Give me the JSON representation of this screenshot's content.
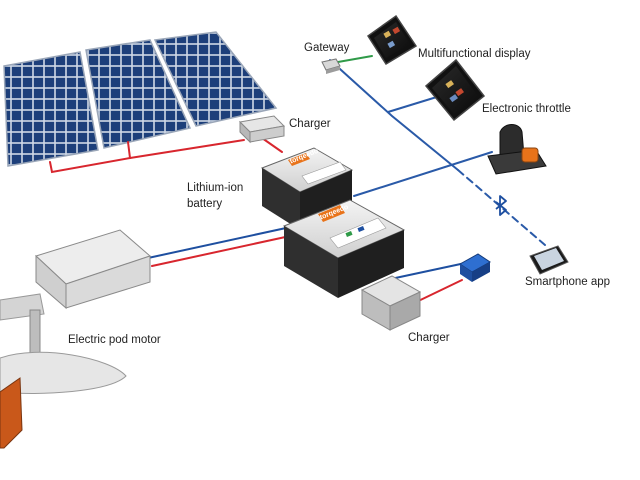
{
  "labels": {
    "gateway": "Gateway",
    "multifunctional_display": "Multifunctional display",
    "charger_top": "Charger",
    "electronic_throttle": "Electronic throttle",
    "battery_line1": "Lithium-ion",
    "battery_line2": "battery",
    "smartphone_app": "Smartphone app",
    "electric_pod_motor": "Electric pod motor",
    "charger_bottom": "Charger"
  },
  "battery_brand": "torqeedo",
  "icons": [
    "bluetooth-icon"
  ],
  "colors": {
    "positive_cable": "#d8262e",
    "negative_cable": "#1e4fa0",
    "data_cable": "#2a5aa8",
    "gateway_cable": "#2f9a48",
    "brand_orange": "#e8731a",
    "solar_cell": "#1d3f7a"
  }
}
